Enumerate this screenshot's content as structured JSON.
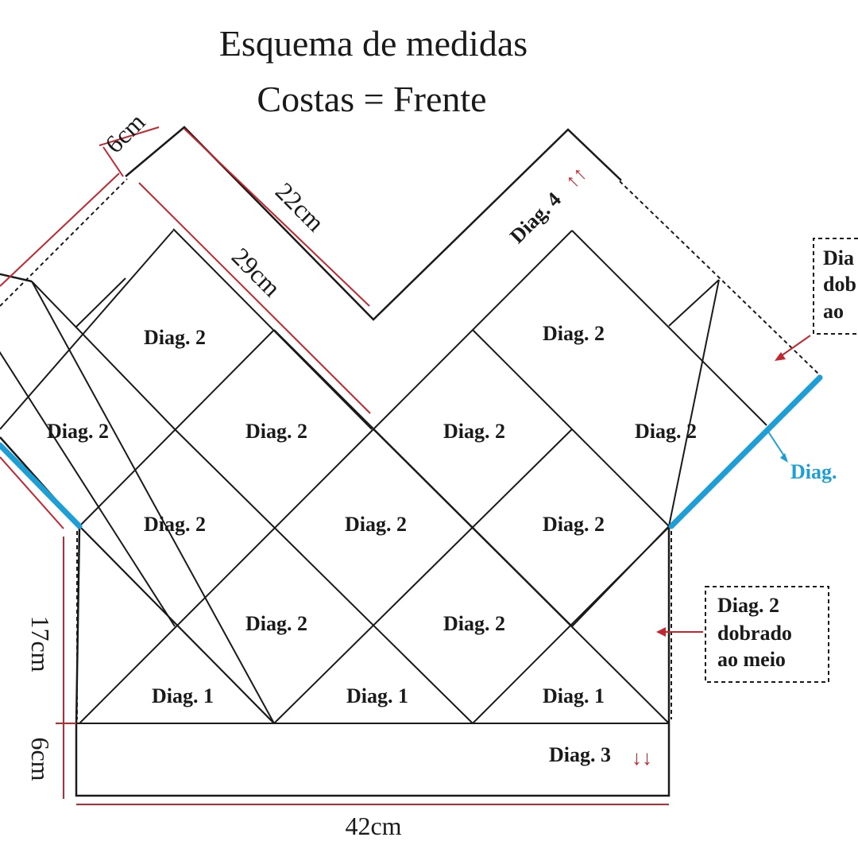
{
  "title": {
    "line1": "Esquema de medidas",
    "line2": "Costas = Frente"
  },
  "pieces": {
    "diag2": "Diag. 2",
    "diag1": "Diag. 1",
    "diag3": "Diag. 3",
    "diag4": "Diag. 4",
    "diag_blue": "Diag."
  },
  "arrows": {
    "down": "↓↓",
    "up": "↑↑"
  },
  "measurements": {
    "top_width": "6cm",
    "neck_inner": "22cm",
    "neck_outer": "29cm",
    "side_height": "17cm",
    "band_height": "6cm",
    "bottom_width": "42cm"
  },
  "notes": {
    "bottom_right": {
      "line1": "Diag. 2",
      "line2": "dobrado",
      "line3": "ao meio"
    },
    "top_right": {
      "line1": "Dia",
      "line2": "dob",
      "line3": "ao"
    }
  },
  "colors": {
    "line": "#1a1a1a",
    "measure": "#c2262e",
    "blue": "#1d9fd6"
  }
}
